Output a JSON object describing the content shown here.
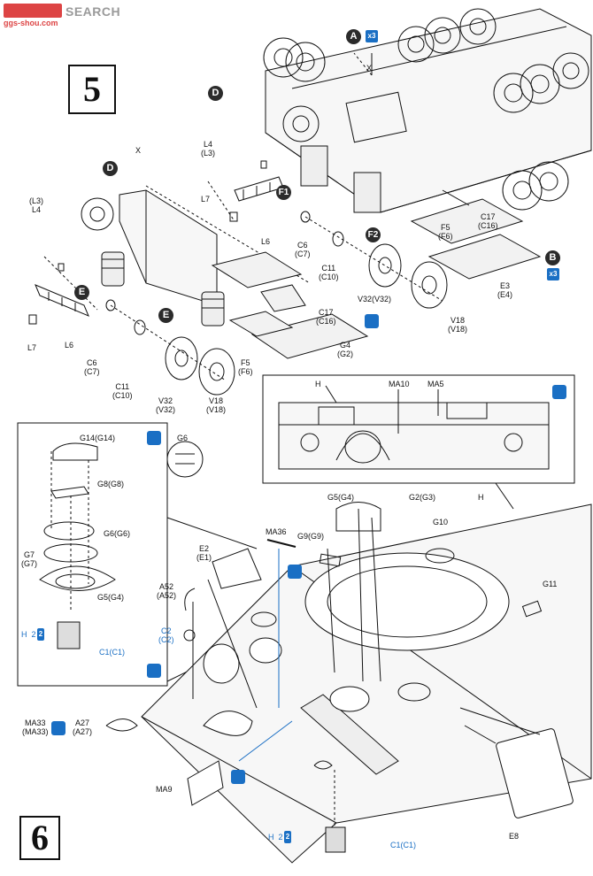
{
  "watermark": {
    "logo_text": "SEARCH",
    "site": "ggs-shou.com"
  },
  "steps": {
    "five": "5",
    "six": "6"
  },
  "markers": {
    "A": "A",
    "B": "B",
    "D": "D",
    "E": "E",
    "F1": "F1",
    "F2": "F2",
    "x3": "x3"
  },
  "labels": {
    "x": "X",
    "l4_l3": "L4\n(L3)",
    "l3_l4": "(L3)\nL4",
    "l7": "L7",
    "l6": "L6",
    "c6_c7": "C6\n(C7)",
    "c11_c10": "C11\n(C10)",
    "v32_v32": "V32\n(V32)",
    "v32_inline": "V32(V32)",
    "v18_v18": "V18\n(V18)",
    "f5_f6": "F5\n(F6)",
    "c17_c16": "C17\n(C16)",
    "g4_g2": "G4\n(G2)",
    "e3_e4": "E3\n(E4)",
    "h": "H",
    "ma10": "MA10",
    "ma5": "MA5",
    "g14": "G14(G14)",
    "g6": "G6",
    "g8": "G8(G8)",
    "g6g6": "G6(G6)",
    "g7": "G7\n(G7)",
    "g5g4_left": "G5(G4)",
    "c1": "C1(C1)",
    "ma36": "MA36",
    "e2_e1": "E2\n(E1)",
    "a52": "A52\n(A52)",
    "c2": "C2\n(C2)",
    "g5g4_top": "G5(G4)",
    "g2g3": "G2(G3)",
    "g9": "G9(G9)",
    "g10": "G10",
    "g11": "G11",
    "ma33": "MA33\n(MA33)",
    "a27": "A27\n(A27)",
    "ma9": "MA9",
    "e8": "E8",
    "h2": "H  2"
  }
}
